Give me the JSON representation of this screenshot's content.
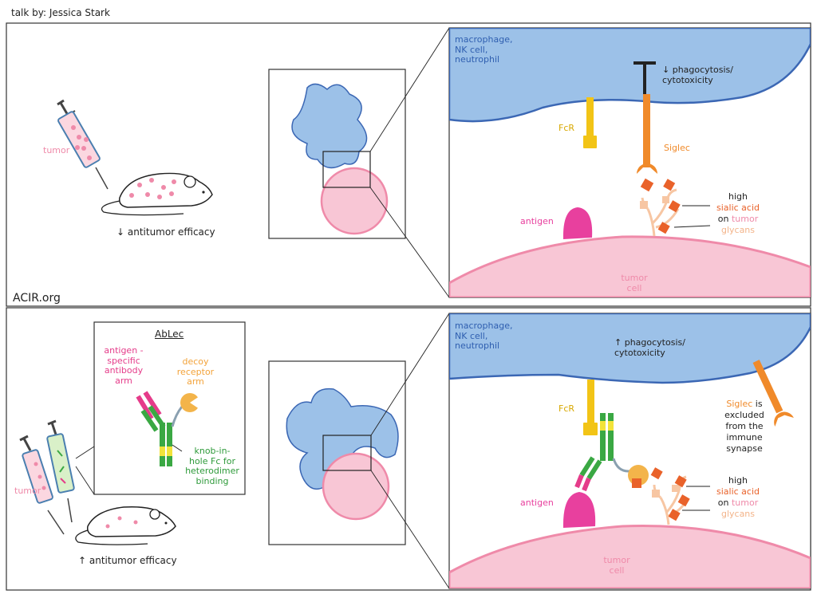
{
  "header": {
    "credit": "talk by:  Jessica Stark"
  },
  "footer": {
    "source": "ACIR.org"
  },
  "colors": {
    "macrophage_fill": "#9cc1e8",
    "macrophage_stroke": "#3b67b4",
    "tumor_fill": "#f8c6d5",
    "tumor_stroke": "#ef8aa9",
    "fcr": "#f2c416",
    "siglec": "#f08a2a",
    "sialic_acid": "#e9622a",
    "glycan": "#f7c6a3",
    "antigen": "#e8409e",
    "antibody_green": "#3aa843",
    "antibody_pink": "#e53c8a"
  },
  "top_panel": {
    "tumor_label": "tumor",
    "efficacy_label": "↓ antitumor efficacy",
    "cell_label": "macrophage,\nNK cell,\nneutrophil",
    "effect_label": "↓ phagocytosis/\ncytotoxicity",
    "fcr_label": "FcR",
    "siglec_label": "Siglec",
    "antigen_label": "antigen",
    "tumor_cell_label": "tumor\ncell",
    "sialic": {
      "high": "high",
      "sialic_acid": "sialic acid",
      "on": "on",
      "tumor": "tumor",
      "glycans": "glycans"
    }
  },
  "bottom_panel": {
    "tumor_label": "tumor",
    "efficacy_label": "↑ antitumor efficacy",
    "ablec": {
      "title": "AbLec",
      "antigen_arm": "antigen -\nspecific\nantibody\narm",
      "decoy_arm": "decoy\nreceptor\narm",
      "fc_label": "knob-in-\nhole Fc for\nheterodimer\nbinding"
    },
    "cell_label": "macrophage,\nNK cell,\nneutrophil",
    "effect_label": "↑ phagocytosis/\ncytotoxicity",
    "fcr_label": "FcR",
    "siglec_label": "Siglec",
    "siglec_note": "is\nexcluded\nfrom the\nimmune\nsynapse",
    "antigen_label": "antigen",
    "tumor_cell_label": "tumor\ncell",
    "sialic": {
      "high": "high",
      "sialic_acid": "sialic acid",
      "on": "on",
      "tumor": "tumor",
      "glycans": "glycans"
    }
  }
}
